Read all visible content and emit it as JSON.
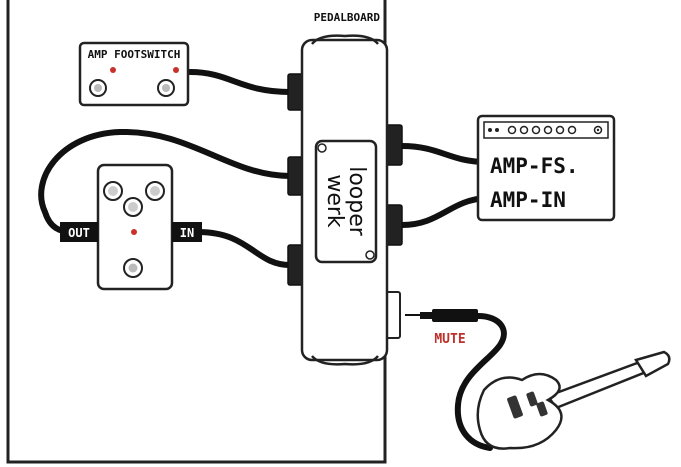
{
  "pedalboard": {
    "label": "PEDALBOARD"
  },
  "amp_footswitch": {
    "label": "AMP FOOTSWITCH"
  },
  "amp": {
    "fs_label": "AMP-FS.",
    "in_label": "AMP-IN"
  },
  "effect_pedal": {
    "out_label": "OUT",
    "in_label": "IN"
  },
  "looper": {
    "brand_line1": "looper",
    "brand_line2": "werk"
  },
  "guitar": {
    "mute_label": "MUTE"
  },
  "colors": {
    "ink": "#1a1a1a",
    "mute_red": "#c0302a",
    "led_red": "#c8322a",
    "paper": "#ffffff"
  }
}
